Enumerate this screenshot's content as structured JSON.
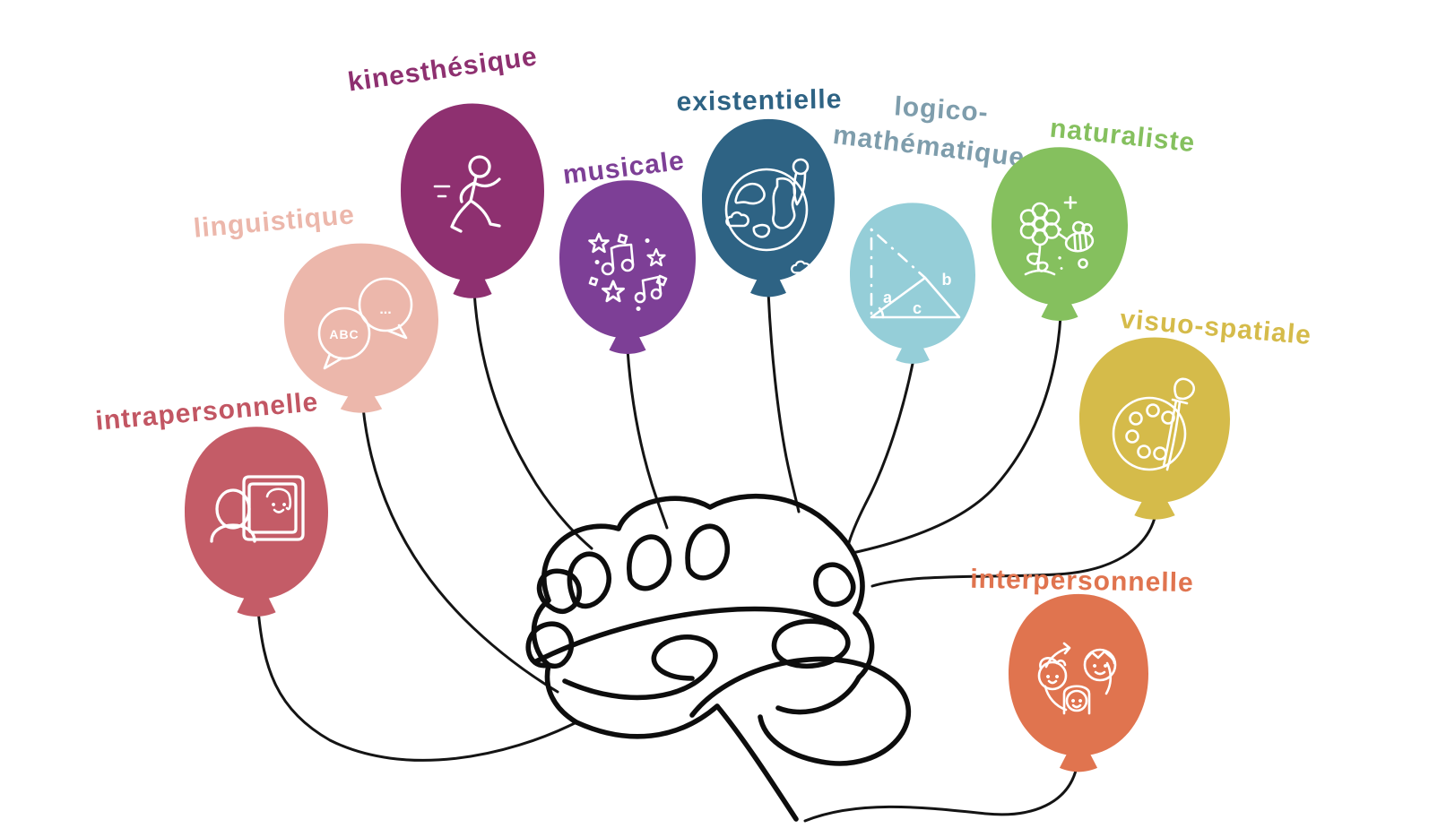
{
  "canvas": {
    "background": "#ffffff",
    "line_color": "#0d0d0d"
  },
  "brain": {
    "name": "brain-doodle",
    "color": "#0d0d0d"
  },
  "balloons": [
    {
      "id": "intrapersonnelle",
      "label": "intrapersonnelle",
      "color": "#c45c67",
      "label_color": "#c25663",
      "icon": "mirror-self-reflection-icon"
    },
    {
      "id": "linguistique",
      "label": "linguistique",
      "color": "#ecb7ab",
      "label_color": "#ecb7ab",
      "icon": "speech-bubbles-icon",
      "icon_text": {
        "abc": "ABC",
        "dots": "..."
      }
    },
    {
      "id": "kinesthesique",
      "label": "kinesthésique",
      "color": "#8e3070",
      "label_color": "#8e3070",
      "icon": "running-person-icon"
    },
    {
      "id": "musicale",
      "label": "musicale",
      "color": "#7d3f96",
      "label_color": "#7d3f96",
      "icon": "music-notes-stars-icon"
    },
    {
      "id": "existentielle",
      "label": "existentielle",
      "color": "#2e6384",
      "label_color": "#2e6384",
      "icon": "globe-person-icon"
    },
    {
      "id": "logico-mathematique",
      "label": "logico-mathématique",
      "label_lines": [
        "logico-",
        "mathématique"
      ],
      "color": "#95ced8",
      "label_color": "#7e9dac",
      "icon": "triangle-math-icon",
      "icon_text": {
        "a": "a",
        "b": "b",
        "c": "c"
      }
    },
    {
      "id": "naturaliste",
      "label": "naturaliste",
      "color": "#85c05e",
      "label_color": "#85c05e",
      "icon": "flower-bee-icon"
    },
    {
      "id": "visuo-spatiale",
      "label": "visuo-spatiale",
      "color": "#d5bb4a",
      "label_color": "#d5bb4a",
      "icon": "palette-brush-icon"
    },
    {
      "id": "interpersonnelle",
      "label": "interpersonnelle",
      "color": "#e0744f",
      "label_color": "#e0744f",
      "icon": "people-group-icon"
    }
  ]
}
